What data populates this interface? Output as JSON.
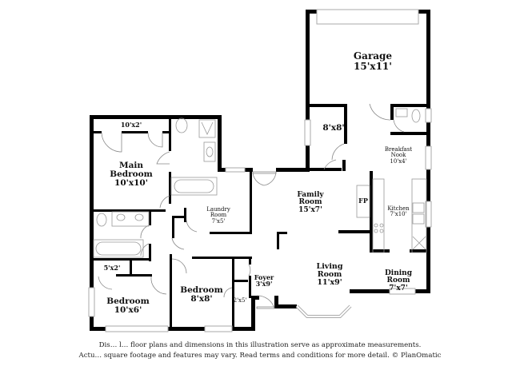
{
  "floorplan": {
    "rooms": [
      {
        "id": "garage",
        "name": "Garage",
        "dimensions": "15'x11'"
      },
      {
        "id": "main-bedroom",
        "name": "Main Bedroom",
        "name_lines": [
          "Main",
          "Bedroom"
        ],
        "dimensions": "10'x10'"
      },
      {
        "id": "main-closet",
        "name": "",
        "dimensions": "10'x2'"
      },
      {
        "id": "room-8x8-upper",
        "name": "",
        "dimensions": "8'x8'"
      },
      {
        "id": "breakfast-nook",
        "name": "Breakfast Nook",
        "name_lines": [
          "Breakfast",
          "Nook"
        ],
        "dimensions": "10'x4'"
      },
      {
        "id": "laundry-room",
        "name": "Laundry Room",
        "name_lines": [
          "Laundry",
          "Room"
        ],
        "dimensions": "7'x5'"
      },
      {
        "id": "family-room",
        "name": "Family Room",
        "name_lines": [
          "Family",
          "Room"
        ],
        "dimensions": "15'x7'"
      },
      {
        "id": "kitchen",
        "name": "Kitchen",
        "dimensions": "7'x10'"
      },
      {
        "id": "fireplace",
        "name": "FP",
        "dimensions": ""
      },
      {
        "id": "closet-5x2",
        "name": "",
        "dimensions": "5'x2'"
      },
      {
        "id": "bedroom-1",
        "name": "Bedroom",
        "dimensions": "10'x6'"
      },
      {
        "id": "bedroom-2",
        "name": "Bedroom",
        "dimensions": "8'x8'"
      },
      {
        "id": "closet-2x5",
        "name": "",
        "dimensions": "2'x5'"
      },
      {
        "id": "foyer",
        "name": "Foyer",
        "dimensions": "3'x9'"
      },
      {
        "id": "living-room",
        "name": "Living Room",
        "name_lines": [
          "Living",
          "Room"
        ],
        "dimensions": "11'x9'"
      },
      {
        "id": "dining-room",
        "name": "Dining Room",
        "name_lines": [
          "Dining",
          "Room"
        ],
        "dimensions": "7'x7'"
      }
    ],
    "disclaimer": {
      "line1": "Dis… l… floor plans and dimensions in this illustration serve as approximate measurements.",
      "line2": "Actu… square footage and features may vary. Read terms and conditions for more detail. © PlanOmatic"
    },
    "colors": {
      "wall": "#000000",
      "fixture": "#9a9a9a",
      "window": "#d8d8d8",
      "text": "#111111",
      "background": "#ffffff"
    }
  }
}
